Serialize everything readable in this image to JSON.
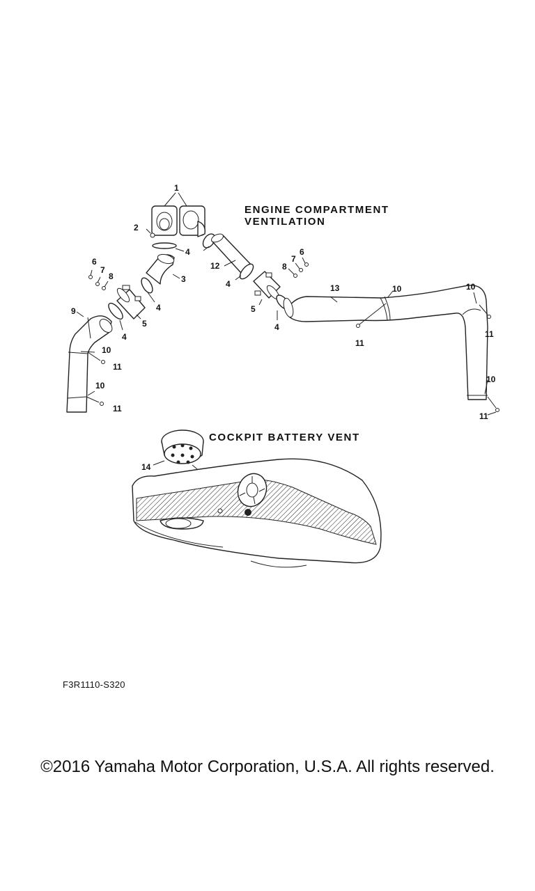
{
  "sections": {
    "engine_title_line1": "ENGINE COMPARTMENT",
    "engine_title_line2": "VENTILATION",
    "battery_title": "COCKPIT BATTERY VENT"
  },
  "callouts": {
    "c1": "1",
    "c2": "2",
    "c3": "3",
    "c4a": "4",
    "c4b": "4",
    "c4c": "4",
    "c4d": "4",
    "c4e": "4",
    "c5a": "5",
    "c5b": "5",
    "c6a": "6",
    "c6b": "6",
    "c7a": "7",
    "c7b": "7",
    "c8a": "8",
    "c8b": "8",
    "c9": "9",
    "c10a": "10",
    "c10b": "10",
    "c10c": "10",
    "c10d": "10",
    "c10e": "10",
    "c11a": "11",
    "c11b": "11",
    "c11c": "11",
    "c11d": "11",
    "c11e": "11",
    "c12": "12",
    "c13": "13",
    "c14": "14"
  },
  "footer": {
    "diagram_code": "F3R1110-S320",
    "copyright": "©2016 Yamaha Motor Corporation, U.S.A. All rights reserved."
  }
}
